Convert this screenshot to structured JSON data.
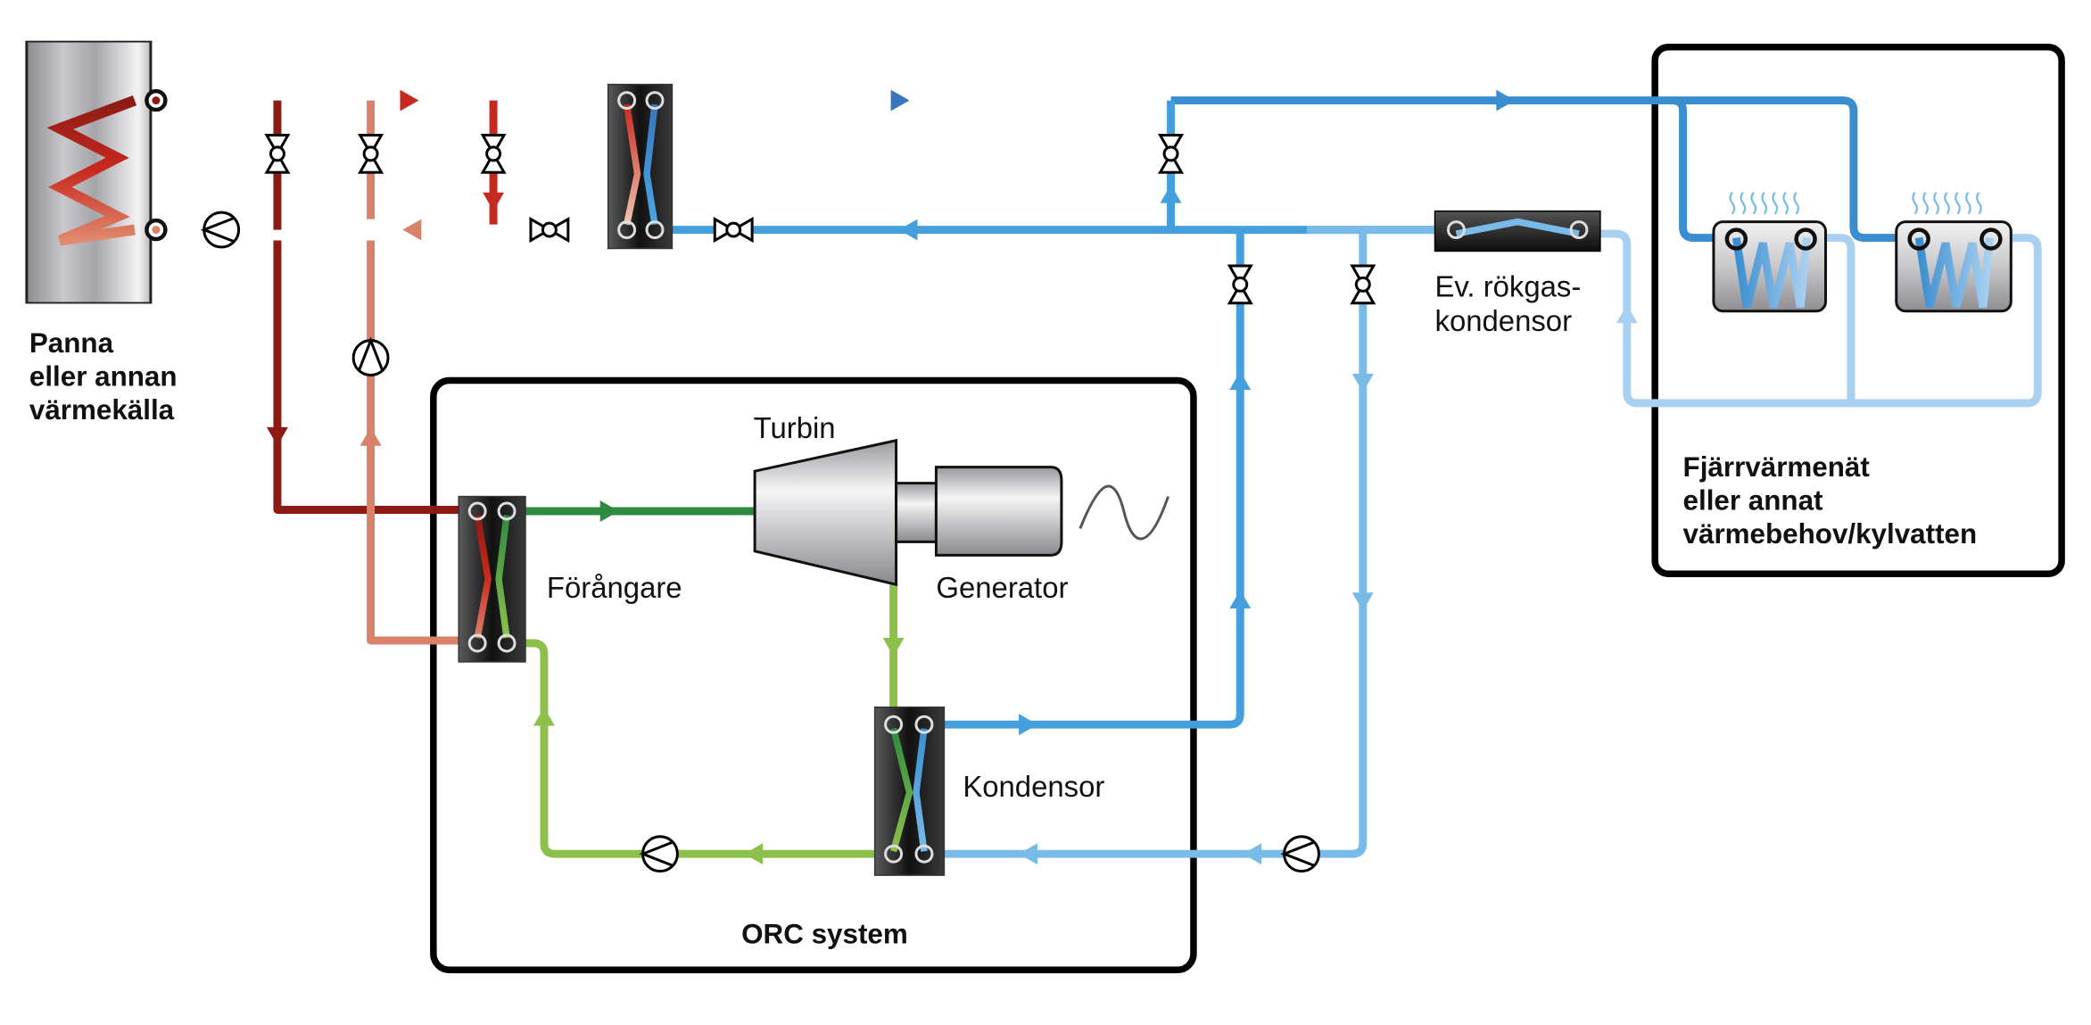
{
  "labels": {
    "boiler": [
      "Panna",
      "eller annan",
      "värmekälla"
    ],
    "turbine": "Turbin",
    "evaporator": "Förångare",
    "generator": "Generator",
    "condenser": "Kondensor",
    "flue_gas_condenser": [
      "Ev. rökgas-",
      "kondensor"
    ],
    "district_heating": [
      "Fjärrvärmenät",
      "eller annat",
      "värmebehov/kylvatten"
    ],
    "orc_system": "ORC system"
  },
  "colors": {
    "hot_dark_red": "#8c1b14",
    "hot_red": "#c8291f",
    "return_salmon": "#d9826a",
    "return_light_salmon": "#efc4b0",
    "supply_blue_dark": "#3a76bd",
    "supply_blue": "#3a8ecf",
    "cooling_blue": "#459fdd",
    "return_light_blue": "#79bbe8",
    "return_pale_blue": "#a9d0f0",
    "orc_green_dark": "#2e8a40",
    "orc_green_light": "#8dc04b"
  }
}
